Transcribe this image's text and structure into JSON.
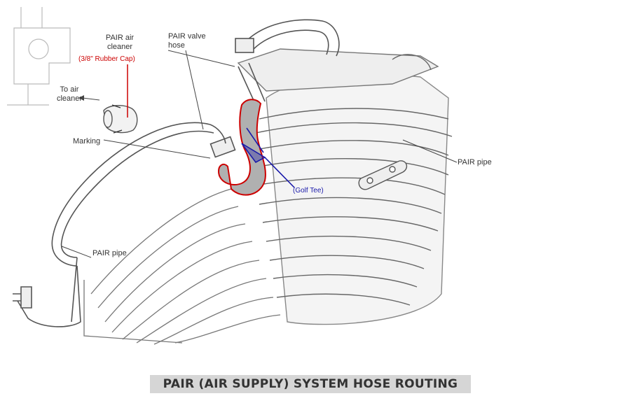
{
  "diagram": {
    "title": "PAIR (AIR SUPPLY) SYSTEM HOSE ROUTING",
    "labels": {
      "pair_air_cleaner": "PAIR air cleaner",
      "rubber_cap": "(3/8\" Rubber Cap)",
      "pair_valve_hose": "PAIR valve hose",
      "to_air_cleaner": "To air cleaner",
      "marking": "Marking",
      "pair_pipe_right": "PAIR pipe",
      "golf_tee": "(Golf Tee)",
      "pair_pipe_left": "PAIR pipe"
    },
    "colors": {
      "line_art": "#555555",
      "highlight_red": "#cc0000",
      "annotation_blue": "#1a1aaa",
      "title_band": "#d6d6d6"
    }
  }
}
